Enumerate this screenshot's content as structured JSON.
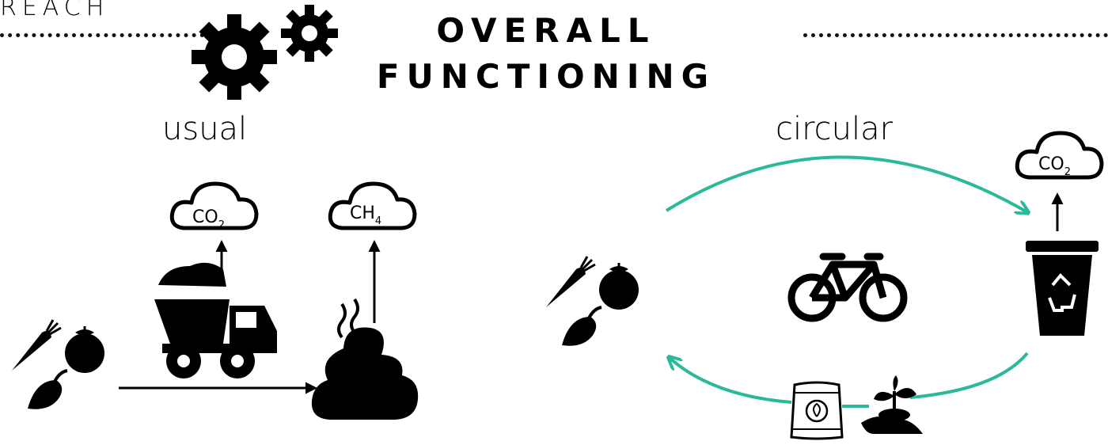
{
  "header": {
    "corner_text": "REACH",
    "title_line1": "OVERALL",
    "title_line2": "FUNCTIONING"
  },
  "usual": {
    "label": "usual",
    "cloud_co2": {
      "main": "CO",
      "sub": "2"
    },
    "cloud_ch4": {
      "main": "CH",
      "sub": "4"
    }
  },
  "circular": {
    "label": "circular",
    "cloud_co2": {
      "main": "CO",
      "sub": "2"
    }
  },
  "colors": {
    "accent": "#2bb99a",
    "ink": "#000000"
  },
  "icons": [
    "gears-icon",
    "vegetables-icon",
    "dump-truck-icon",
    "compost-pile-icon",
    "cloud-icon",
    "bicycle-icon",
    "recycle-bin-icon",
    "fertilizer-bag-icon",
    "seedling-hand-icon"
  ]
}
